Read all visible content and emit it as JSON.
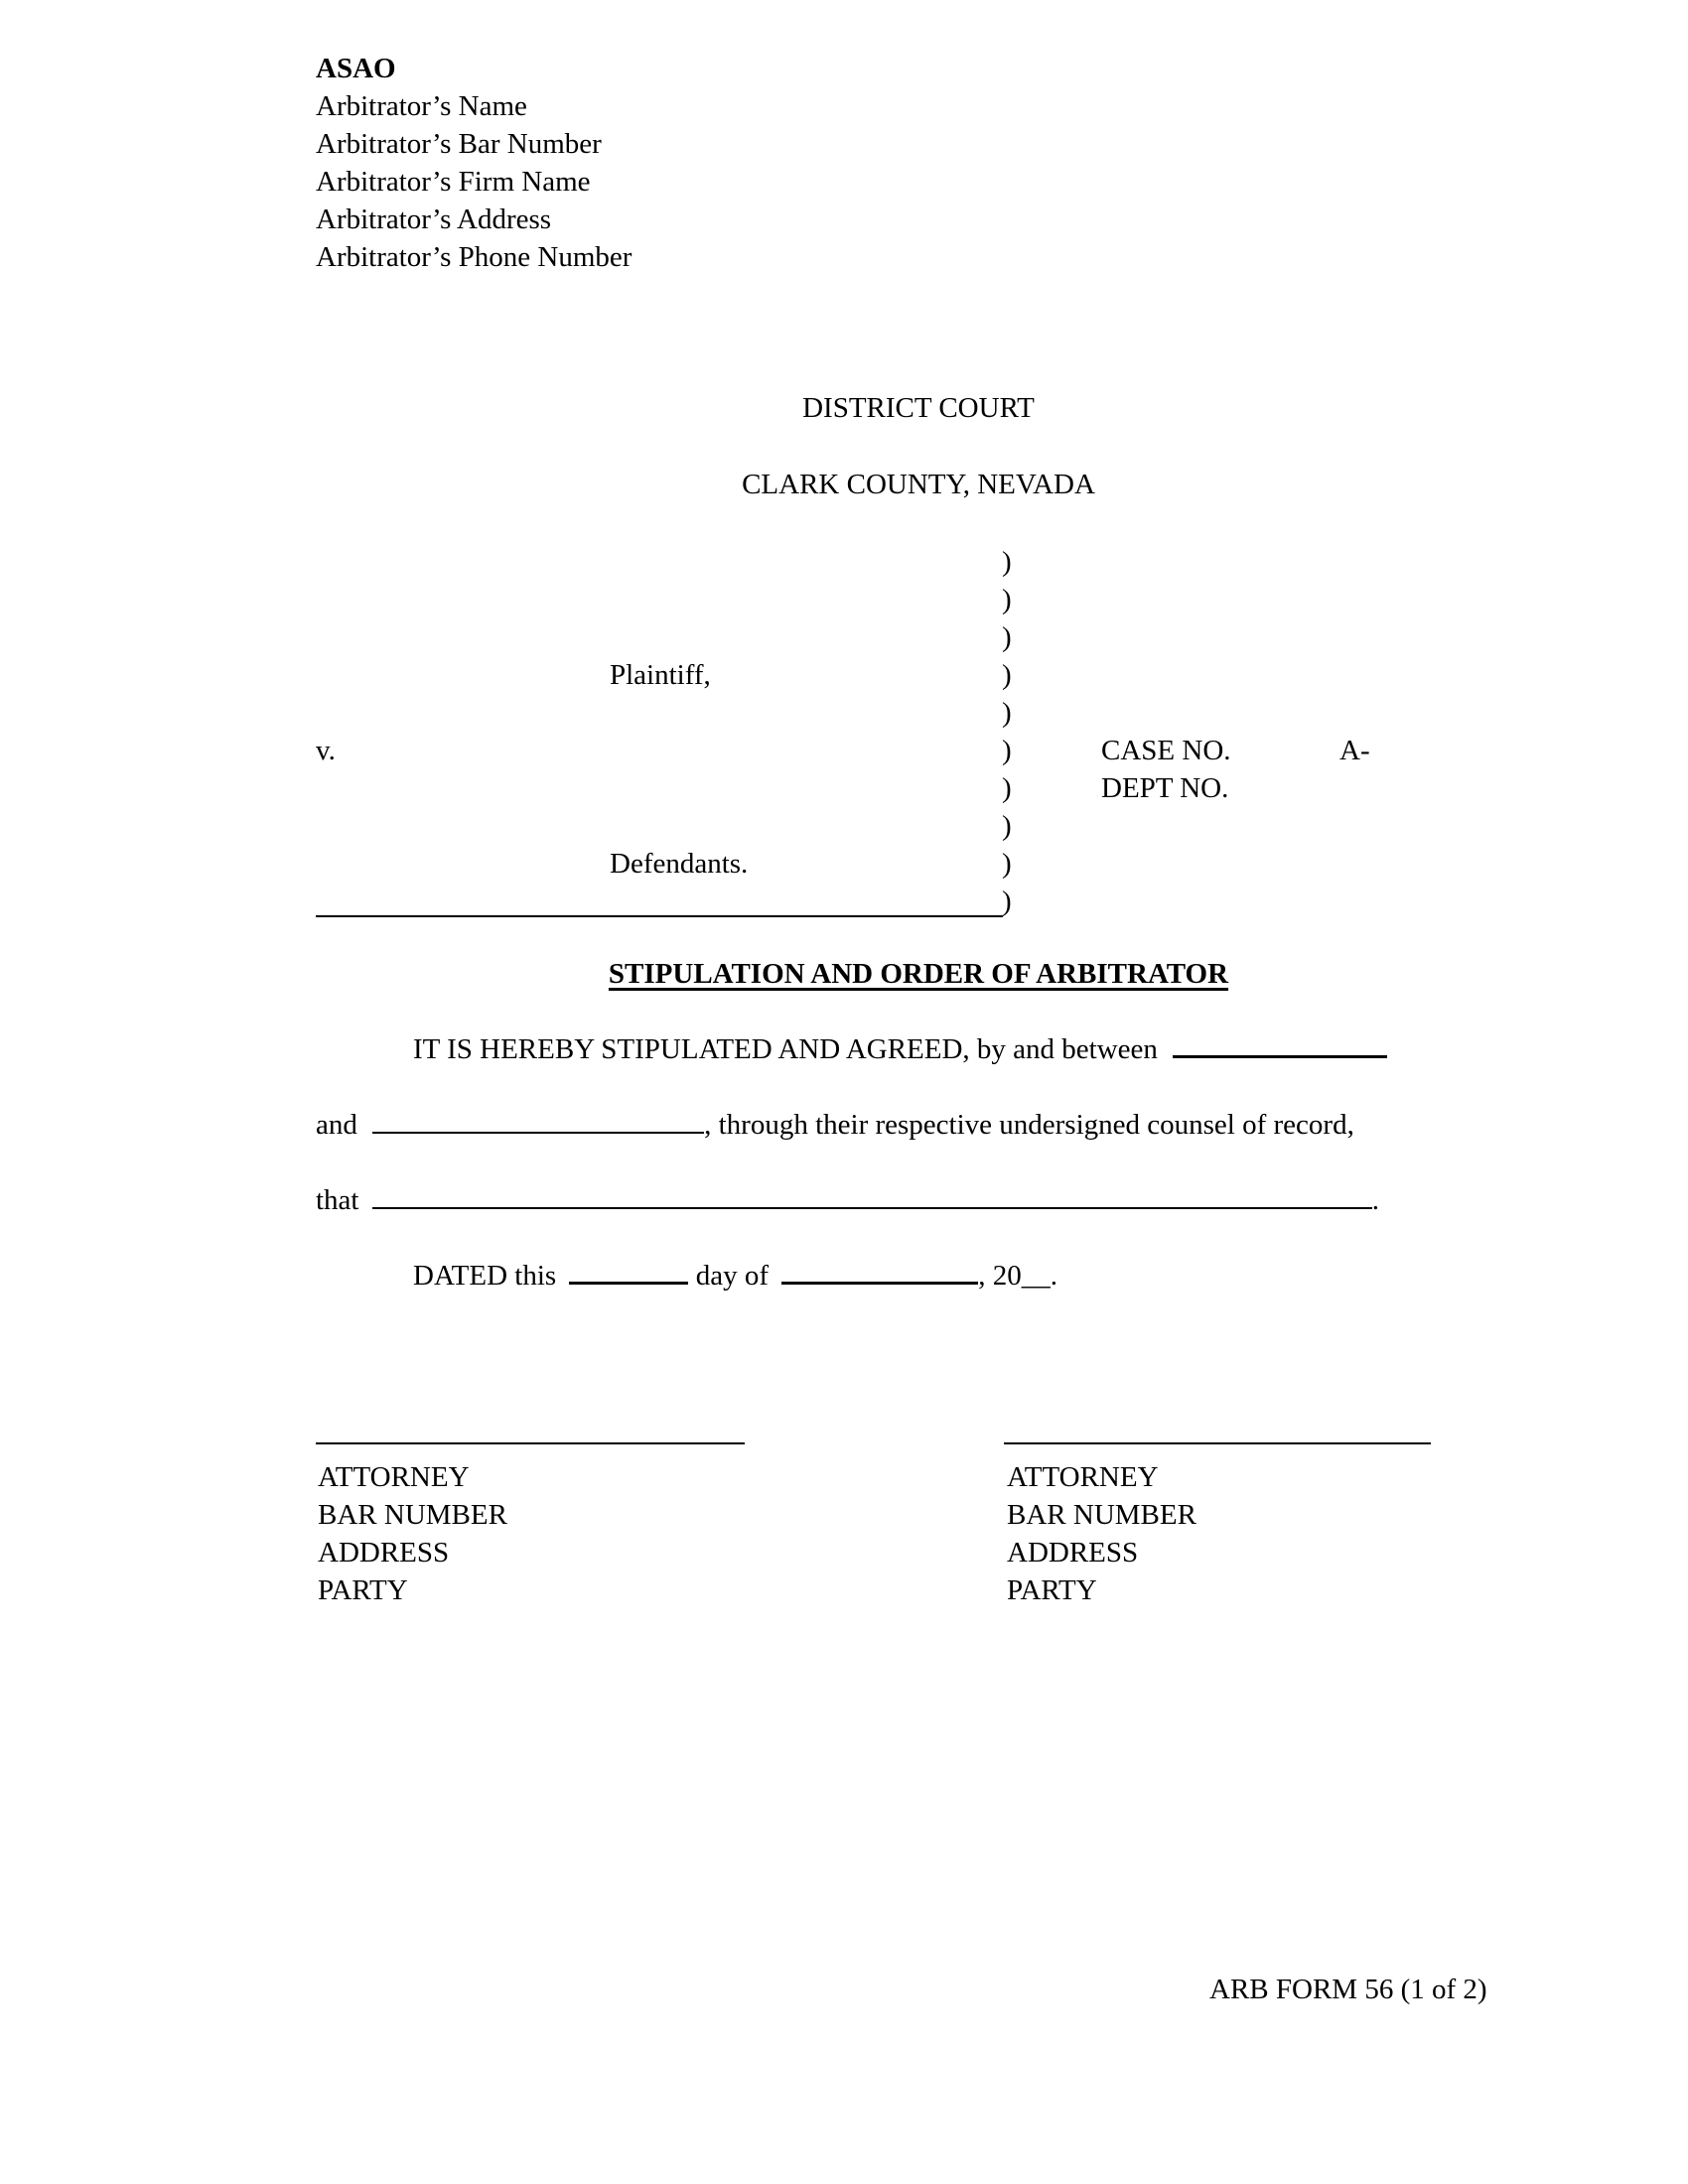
{
  "header": {
    "org": "ASAO",
    "lines": [
      "Arbitrator’s Name",
      "Arbitrator’s Bar Number",
      "Arbitrator’s Firm Name",
      "Arbitrator’s Address",
      "Arbitrator’s Phone Number"
    ]
  },
  "court": {
    "name": "DISTRICT COURT",
    "county": "CLARK COUNTY, NEVADA"
  },
  "caption": {
    "plaintiff": "Plaintiff,",
    "versus": "v.",
    "defendants": "Defendants.",
    "paren": ")",
    "case_no_label": "CASE NO.",
    "case_no_value": "A-",
    "dept_no_label": "DEPT NO."
  },
  "title": "STIPULATION AND ORDER OF ARBITRATOR",
  "body": {
    "line1": "IT IS HEREBY STIPULATED AND AGREED, by and between",
    "line2_start": "and",
    "line2_end": ", through their respective undersigned counsel of record,",
    "line3_start": "that",
    "line3_end": ".",
    "dated_start": "DATED this",
    "dated_mid": "day of",
    "dated_end": ", 20__."
  },
  "signatures": [
    {
      "attorney": "ATTORNEY",
      "bar": "BAR NUMBER",
      "address": "ADDRESS",
      "party": "PARTY"
    },
    {
      "attorney": "ATTORNEY",
      "bar": "BAR NUMBER",
      "address": "ADDRESS",
      "party": "PARTY"
    }
  ],
  "footer": "ARB FORM 56 (1 of 2)"
}
